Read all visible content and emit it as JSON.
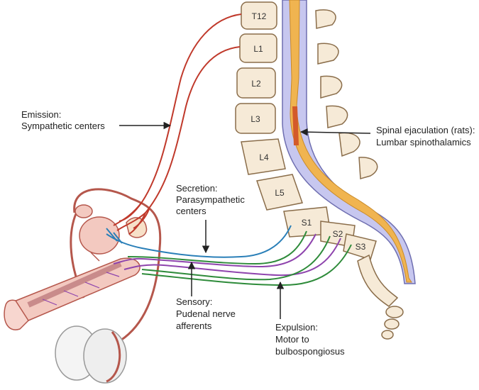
{
  "vertebrae": [
    "T12",
    "L1",
    "L2",
    "L3",
    "L4",
    "L5",
    "S1",
    "S2",
    "S3"
  ],
  "labels": {
    "emission": [
      "Emission:",
      "Sympathetic centers"
    ],
    "spinal": [
      "Spinal ejaculation (rats):",
      "Lumbar spinothalamics"
    ],
    "secretion": [
      "Secretion:",
      "Parasympathetic",
      "centers"
    ],
    "sensory": [
      "Sensory:",
      "Pudenal nerve",
      "afferents"
    ],
    "expulsion": [
      "Expulsion:",
      "Motor to",
      "bulbospongiosus"
    ]
  },
  "colors": {
    "sympathetic": "#c0392b",
    "parasympathetic": "#2a7fb8",
    "sensory": "#8e44ad",
    "motor": "#2e8b3a",
    "bone_fill": "#f6ead7",
    "bone_stroke": "#8a6d4a",
    "cord": "#a9a9e0",
    "cord_core": "#e8a23c",
    "tissue": "#f3c9c0",
    "tissue_stroke": "#b5574c"
  }
}
